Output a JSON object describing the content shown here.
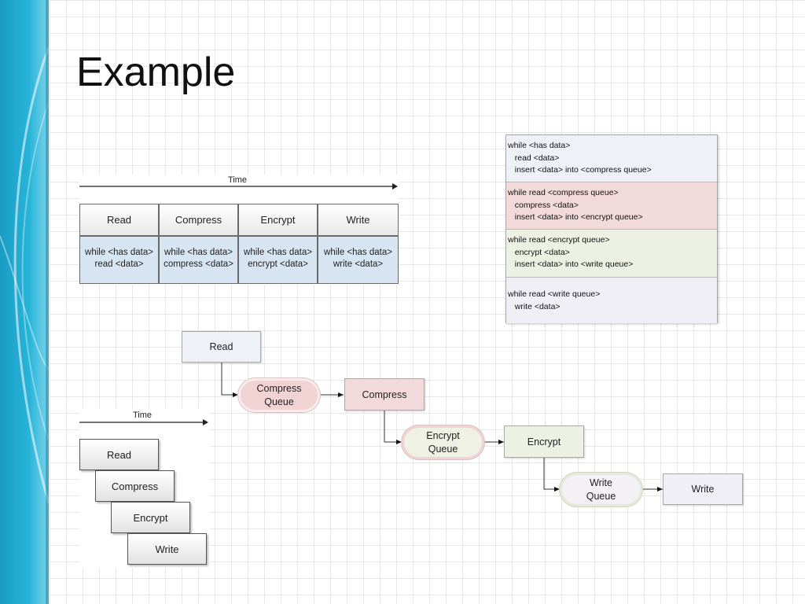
{
  "slide": {
    "title": "Example"
  },
  "parallel_table": {
    "time_label": "Time",
    "columns": [
      {
        "header": "Read",
        "line1": "while <has data>",
        "line2": "read <data>"
      },
      {
        "header": "Compress",
        "line1": "while <has data>",
        "line2": "compress <data>"
      },
      {
        "header": "Encrypt",
        "line1": "while <has data>",
        "line2": "encrypt <data>"
      },
      {
        "header": "Write",
        "line1": "while <has data>",
        "line2": "write <data>"
      }
    ]
  },
  "code_panel": {
    "sections": [
      {
        "color": "#eef1f8",
        "lines": [
          "while <has data>",
          "   read <data>",
          "   insert <data> into <compress queue>"
        ]
      },
      {
        "color": "#f3dada",
        "lines": [
          "while read <compress queue>",
          "   compress <data>",
          "   insert <data> into <encrypt queue>"
        ]
      },
      {
        "color": "#edf1e3",
        "lines": [
          "while read <encrypt queue>",
          "   encrypt <data>",
          "   insert <data> into <write queue>"
        ]
      },
      {
        "color": "#f1eff6",
        "lines": [
          "while read <write queue>",
          "   write <data>"
        ]
      }
    ]
  },
  "pipeline": {
    "read": "Read",
    "compress_queue": {
      "line1": "Compress",
      "line2": "Queue"
    },
    "compress": "Compress",
    "encrypt_queue": {
      "line1": "Encrypt",
      "line2": "Queue"
    },
    "encrypt": "Encrypt",
    "write_queue": {
      "line1": "Write",
      "line2": "Queue"
    },
    "write": "Write",
    "colors": {
      "read": "#eef1f8",
      "compress": "#f3dada",
      "encrypt": "#edf1e3",
      "write": "#f1eff6"
    }
  },
  "sequential": {
    "time_label": "Time",
    "steps": [
      "Read",
      "Compress",
      "Encrypt",
      "Write"
    ]
  }
}
